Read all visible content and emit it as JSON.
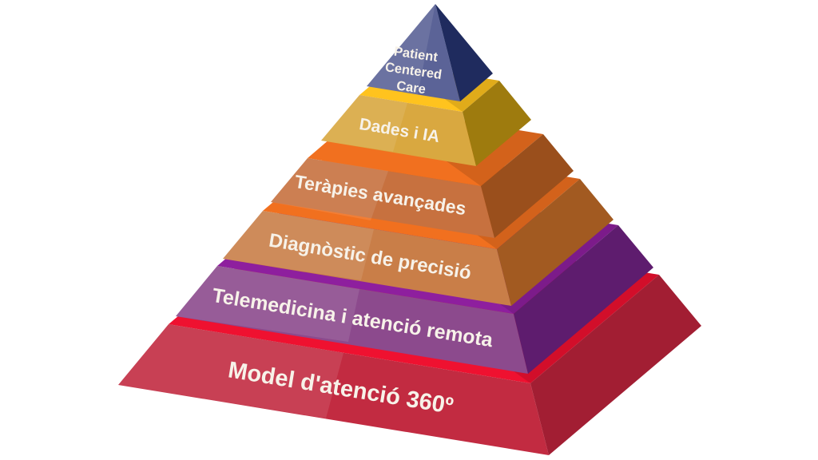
{
  "diagram": {
    "type": "pyramid",
    "orientation": "3d-stepped",
    "level_count": 6,
    "background_color": "#ffffff",
    "label_color": "#F7F2E9"
  },
  "layers": [
    {
      "id": "model-atencio-360",
      "position": "bottom",
      "label": "Model d'atenció 360º",
      "rim_color": "#EF1130",
      "front_color": "#C22B41",
      "side_color": "#A21E33"
    },
    {
      "id": "telemedicina",
      "position": "level-2",
      "label": "Telemedicina i atenció remota",
      "rim_color": "#8E1F9E",
      "front_color": "#8C4A8D",
      "side_color": "#5E1C6E"
    },
    {
      "id": "diagnostic-precisio",
      "position": "level-3",
      "label": "Diagnòstic de precisió",
      "rim_color": "#F1701F",
      "front_color": "#C97E48",
      "side_color": "#A25A21"
    },
    {
      "id": "terapies-avancades",
      "position": "level-4",
      "label": "Teràpies avançades",
      "rim_color": "#F1701F",
      "front_color": "#C7713F",
      "side_color": "#9A4F1C"
    },
    {
      "id": "dades-ia",
      "position": "level-5",
      "label": "Dades i IA",
      "rim_color": "#FFC31E",
      "front_color": "#D9A840",
      "side_color": "#9E7B0E"
    },
    {
      "id": "patient-centered-care",
      "position": "top",
      "label": "Patient Centered Care",
      "label_lines": [
        "Patient",
        "Centered",
        "Care"
      ],
      "front_color": "#5B6397",
      "side_color": "#1F2B5E"
    }
  ]
}
